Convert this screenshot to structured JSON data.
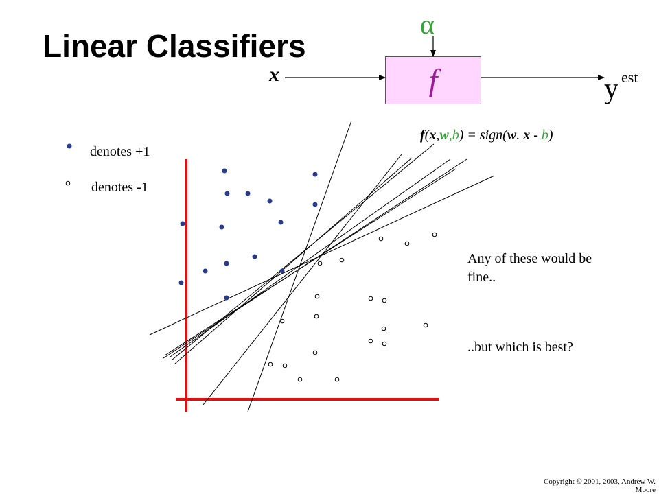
{
  "slide": {
    "title": "Linear Classifiers",
    "alpha": "α",
    "function_label": "f",
    "input_label": "x",
    "output_label": "y",
    "output_superscript": "est",
    "formula": {
      "p1": "f",
      "p2": "(",
      "p3": "x",
      "p4": ",",
      "p5": "w",
      "p6": ",",
      "p7": "b",
      "p8": ") = sign(",
      "p9": "w",
      "p10": ". ",
      "p11": "x",
      "p12": " - ",
      "p13": "b",
      "p14": ")"
    },
    "legend": {
      "positive": "denotes +1",
      "negative": "denotes -1"
    },
    "note_1": "Any of these would be fine..",
    "note_2": "..but which is best?",
    "copyright": "Copyright © 2001, 2003, Andrew W. Moore"
  },
  "colors": {
    "alpha": "#3aa33a",
    "function_box": "#ffd6ff",
    "function_text": "#9b1b9b",
    "axes": "#e01010",
    "positive_point": "#2a3a8a"
  }
}
